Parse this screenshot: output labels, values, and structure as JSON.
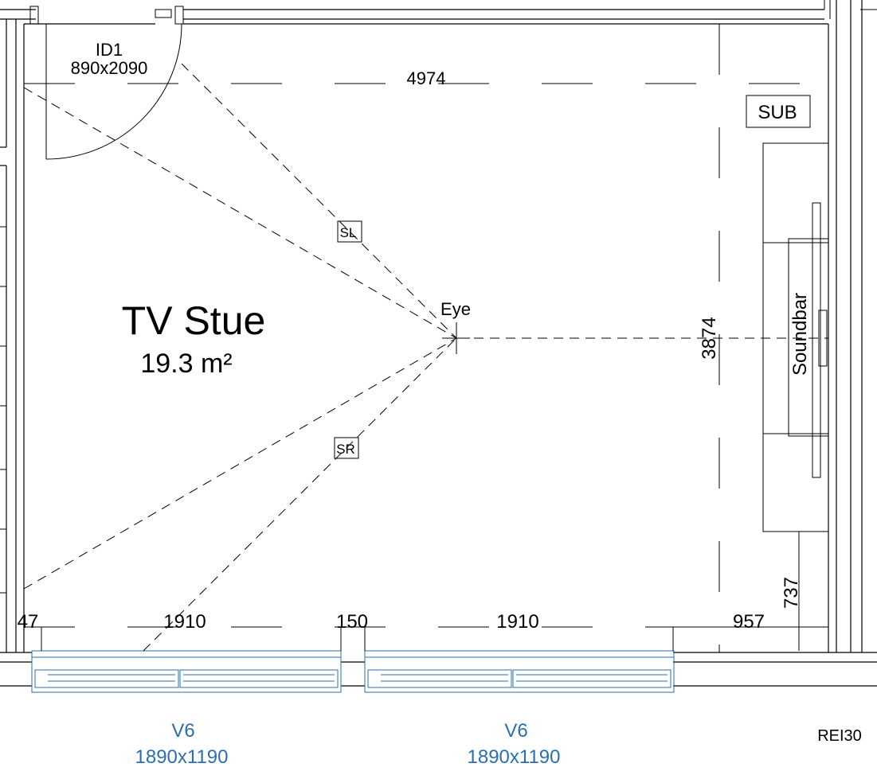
{
  "room": {
    "name": "TV Stue",
    "area": "19.3 m²"
  },
  "door": {
    "id": "ID1",
    "size": "890x2090"
  },
  "dimensions": {
    "top_width": "4974",
    "right_height": "3874",
    "bottom_left_gap": "47",
    "bottom_window1": "1910",
    "bottom_mid_gap": "150",
    "bottom_window2": "1910",
    "bottom_right_gap": "957",
    "right_small": "737"
  },
  "labels": {
    "sub": "SUB",
    "soundbar": "Soundbar",
    "eye": "Eye",
    "speaker_left": "SL",
    "speaker_right": "SR",
    "fire_rating": "REI30"
  },
  "windows": [
    {
      "id": "V6",
      "size": "1890x1190"
    },
    {
      "id": "V6",
      "size": "1890x1190"
    }
  ],
  "colors": {
    "window": "#2a6fb0",
    "line": "#000000"
  }
}
